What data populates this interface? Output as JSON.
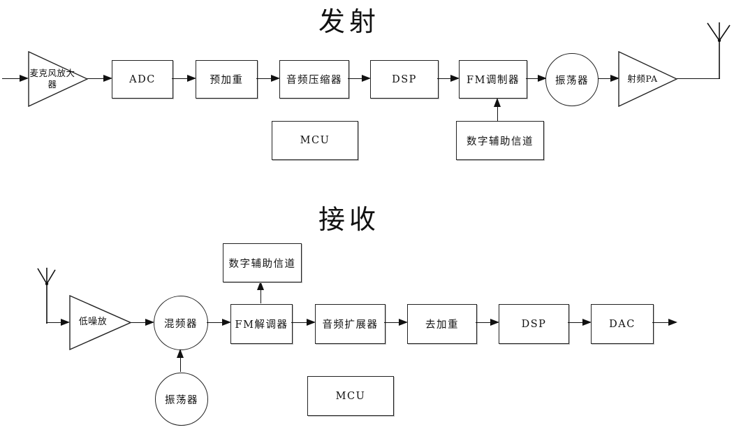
{
  "page": {
    "background": "#ffffff",
    "line_color": "#111111",
    "diagram_type": "block-diagram"
  },
  "transmit": {
    "title": "发射",
    "blocks": {
      "mic_amp": "麦克风放大器",
      "adc": "ADC",
      "pre_emphasis": "预加重",
      "audio_compressor": "音频压缩器",
      "dsp": "DSP",
      "fm_modulator": "FM调制器",
      "oscillator": "振荡器",
      "rf_pa": "射频PA",
      "mcu": "MCU",
      "digital_aux_channel": "数字辅助信道"
    }
  },
  "receive": {
    "title": "接收",
    "blocks": {
      "lna": "低噪放",
      "mixer": "混频器",
      "fm_demodulator": "FM解调器",
      "digital_aux_channel": "数字辅助信道",
      "audio_expander": "音频扩展器",
      "de_emphasis": "去加重",
      "dsp": "DSP",
      "dac": "DAC",
      "mcu": "MCU",
      "oscillator": "振荡器"
    }
  }
}
